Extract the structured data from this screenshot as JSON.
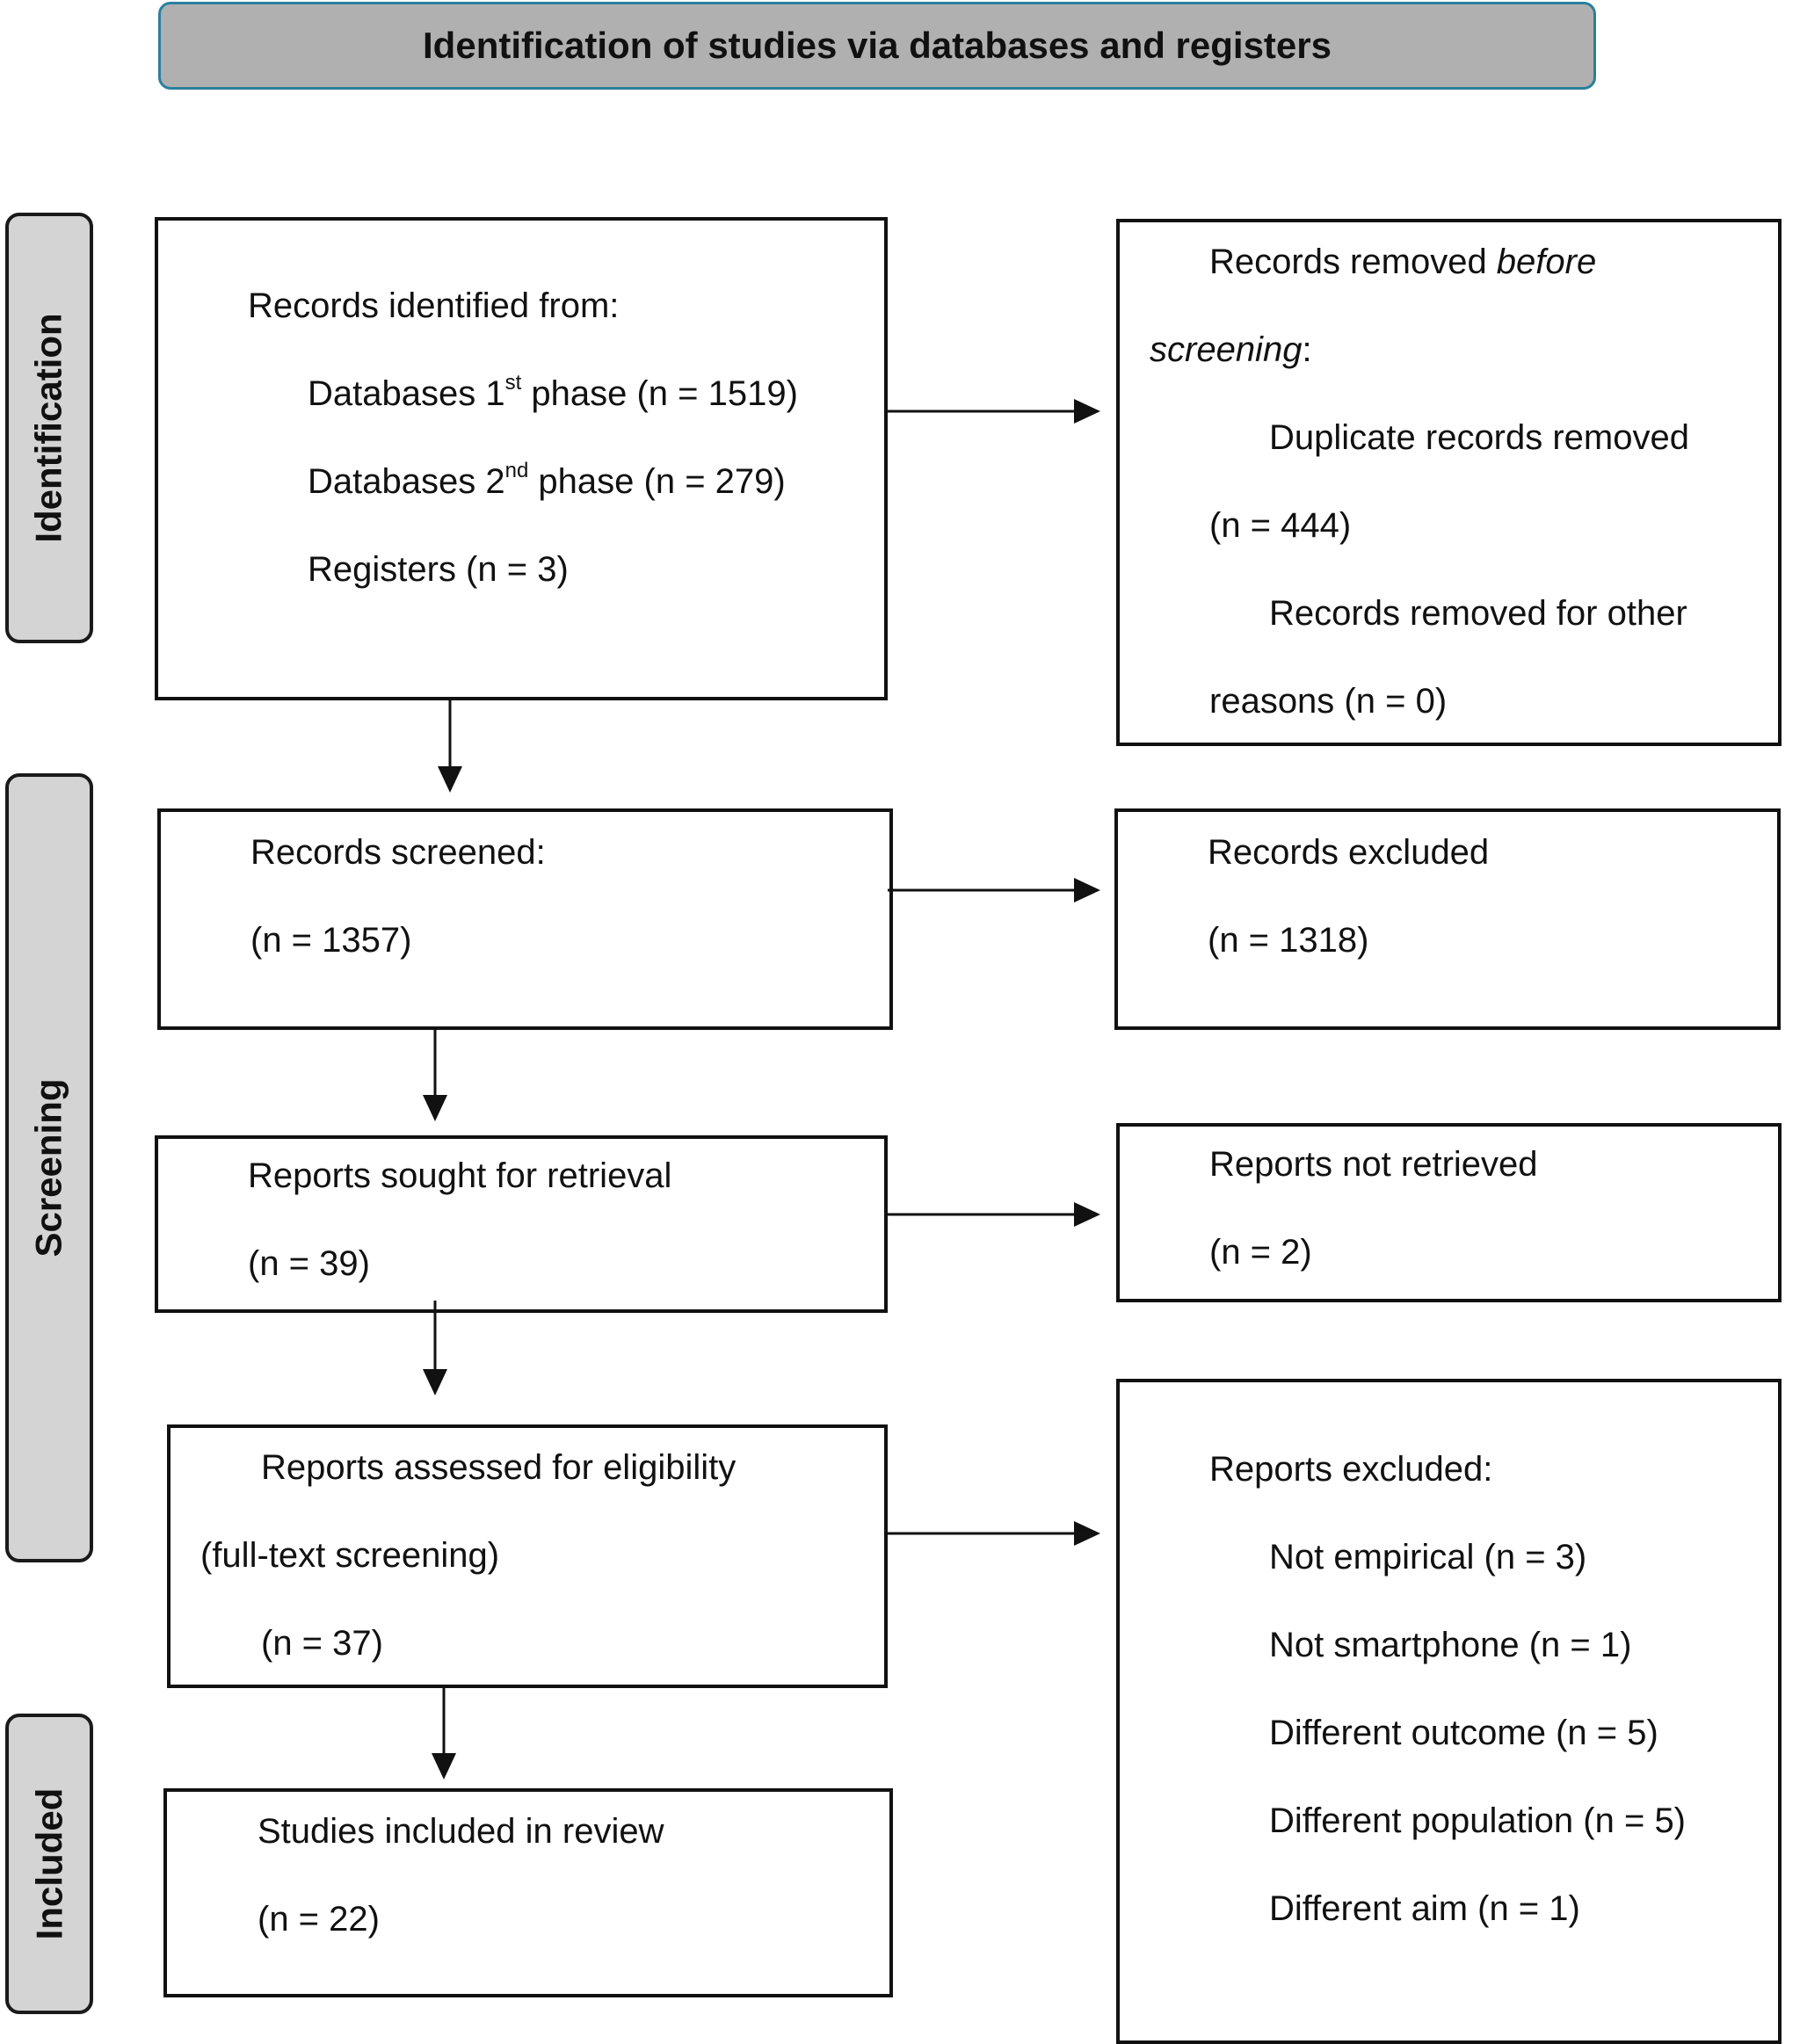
{
  "header": {
    "title": "Identification of studies via databases and registers"
  },
  "phases": {
    "identification": "Identification",
    "screening": "Screening",
    "included": "Included"
  },
  "identified": {
    "title": "Records identified from:",
    "db1_a": "Databases 1",
    "db1_sup": "st",
    "db1_b": " phase (n = 1519)",
    "db2_a": "Databases 2",
    "db2_sup": "nd",
    "db2_b": " phase (n = 279)",
    "registers": "Registers (n = 3)"
  },
  "removed": {
    "line1_a": "Records removed ",
    "line1_b": "before",
    "line2_a": "screening",
    "line2_b": ":",
    "line3": "Duplicate records removed",
    "line4": "(n = 444)",
    "line5": "Records removed for other",
    "line6": "reasons (n = 0)"
  },
  "screened": {
    "title": "Records screened:",
    "n": "(n = 1357)"
  },
  "excluded": {
    "title": "Records excluded",
    "n": "(n = 1318)"
  },
  "sought": {
    "title": "Reports sought for retrieval",
    "n": "(n = 39)"
  },
  "not_retrieved": {
    "title": "Reports not retrieved",
    "n": "(n = 2)"
  },
  "assessed": {
    "title": "Reports assessed for eligibility",
    "sub": "(full-text screening)",
    "n": "(n = 37)"
  },
  "reports_excluded": {
    "title": "Reports excluded:",
    "items": [
      "Not empirical (n = 3)",
      "Not smartphone (n = 1)",
      "Different outcome (n = 5)",
      "Different population (n = 5)",
      "Different aim (n = 1)"
    ]
  },
  "included_box": {
    "title": "Studies included in review",
    "n": "(n = 22)"
  }
}
